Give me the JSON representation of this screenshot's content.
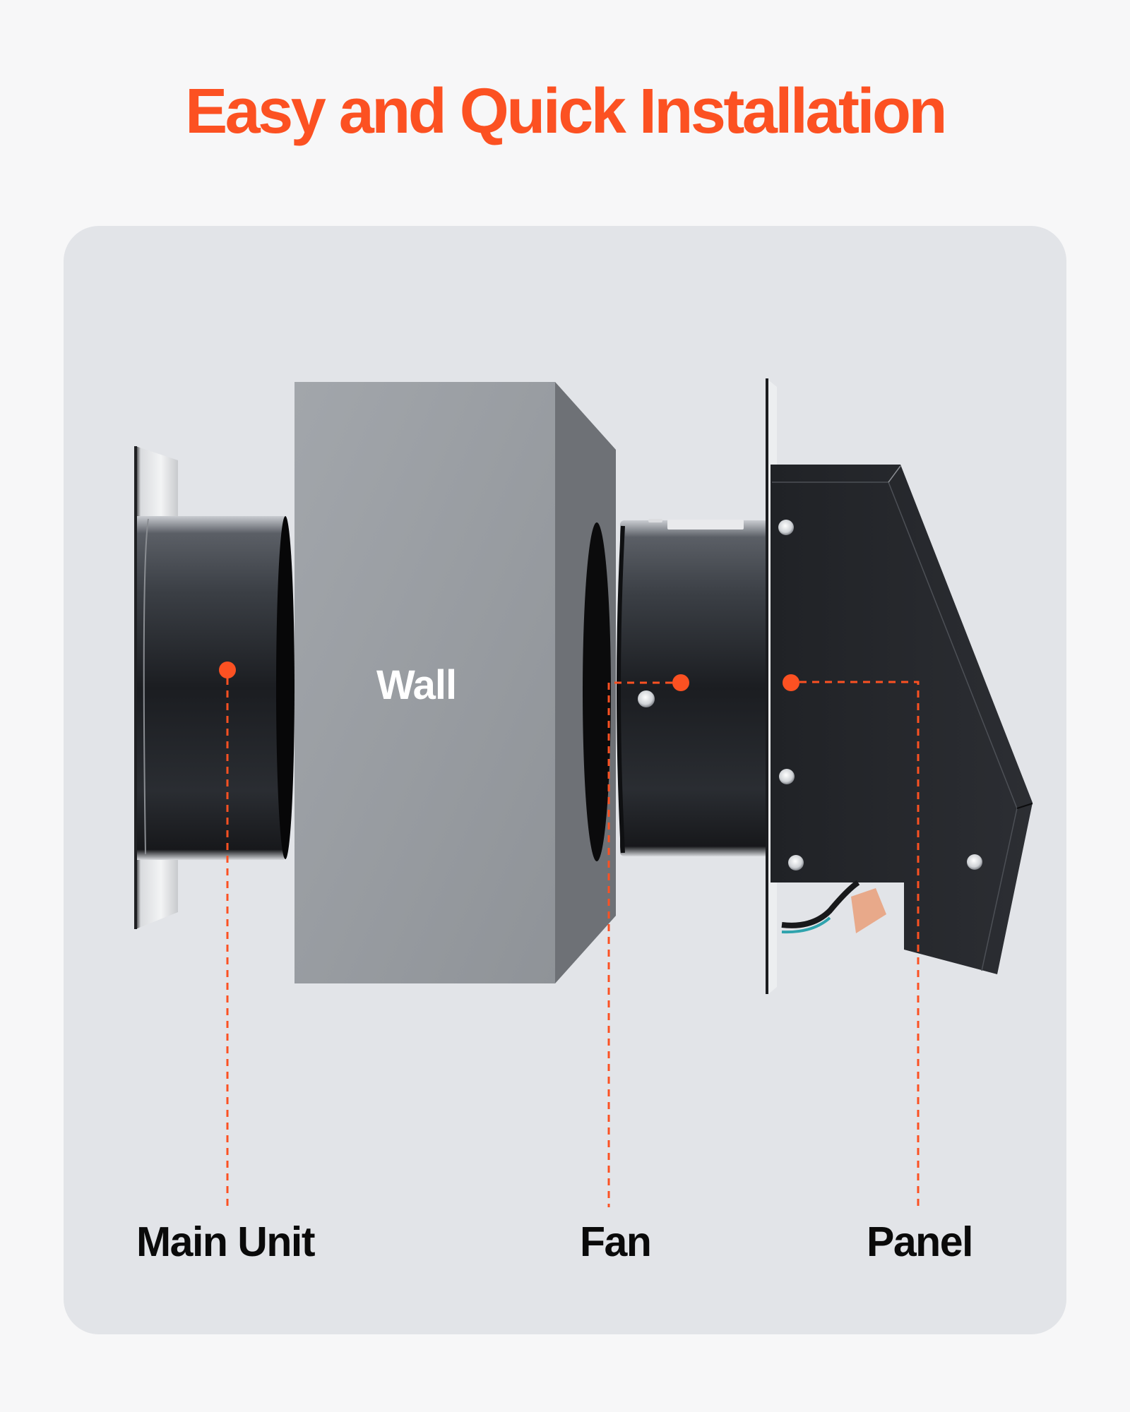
{
  "header": {
    "title": "Easy and Quick Installation",
    "title_color": "#fc5122"
  },
  "diagram": {
    "background": "#e2e4e8",
    "accent_color": "#fc5122",
    "wall_label": "Wall",
    "callouts": [
      {
        "label": "Main Unit",
        "dot": [
          322,
          949
        ]
      },
      {
        "label": "Fan",
        "dot": [
          964,
          967
        ]
      },
      {
        "label": "Panel",
        "dot": [
          1120,
          967
        ]
      }
    ]
  }
}
